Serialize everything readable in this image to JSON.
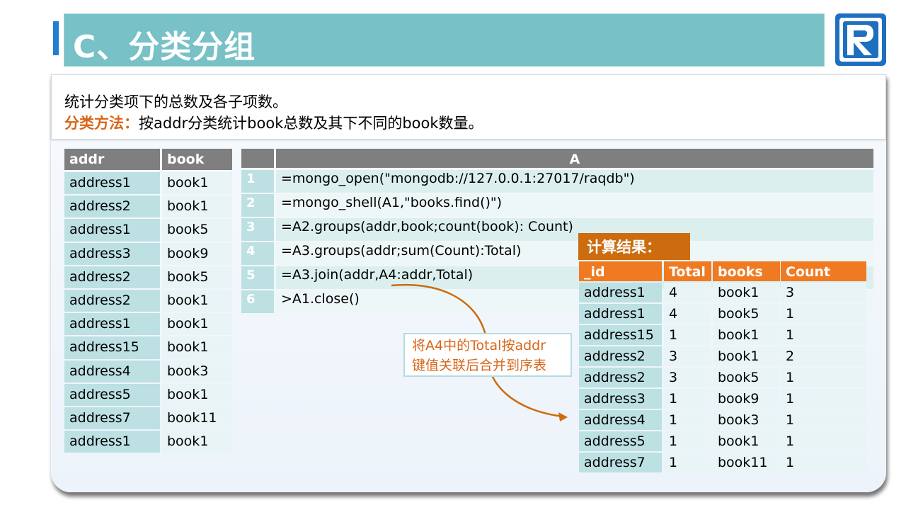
{
  "title": "C、分类分组",
  "description": {
    "line1": "统计分类项下的总数及各子项数。",
    "line2_lead": "分类方法：",
    "line2_rest": "按addr分类统计book总数及其下不同的book数量。"
  },
  "source_table": {
    "headers": [
      "addr",
      "book"
    ],
    "rows": [
      [
        "address1",
        "book1"
      ],
      [
        "address2",
        "book1"
      ],
      [
        "address1",
        "book5"
      ],
      [
        "address3",
        "book9"
      ],
      [
        "address2",
        "book5"
      ],
      [
        "address2",
        "book1"
      ],
      [
        "address1",
        "book1"
      ],
      [
        "address15",
        "book1"
      ],
      [
        "address4",
        "book3"
      ],
      [
        "address5",
        "book1"
      ],
      [
        "address7",
        "book11"
      ],
      [
        "address1",
        "book1"
      ]
    ]
  },
  "code_grid": {
    "column_header": "A",
    "rows": [
      {
        "num": "1",
        "code": "=mongo_open(\"mongodb://127.0.0.1:27017/raqdb\")"
      },
      {
        "num": "2",
        "code": "=mongo_shell(A1,\"books.find()\")"
      },
      {
        "num": "3",
        "code": "=A2.groups(addr,book;count(book):  Count)"
      },
      {
        "num": "4",
        "code": "=A3.groups(addr;sum(Count):Total)"
      },
      {
        "num": "5",
        "code": "=A3.join(addr,A4:addr,Total)"
      },
      {
        "num": "6",
        "code": ">A1.close()"
      }
    ]
  },
  "result": {
    "label": "计算结果：",
    "headers": [
      "_id",
      "Total",
      "books",
      "Count"
    ],
    "rows": [
      [
        "address1",
        "4",
        "book1",
        "3"
      ],
      [
        "address1",
        "4",
        "book5",
        "1"
      ],
      [
        "address15",
        "1",
        "book1",
        "1"
      ],
      [
        "address2",
        "3",
        "book1",
        "2"
      ],
      [
        "address2",
        "3",
        "book5",
        "1"
      ],
      [
        "address3",
        "1",
        "book9",
        "1"
      ],
      [
        "address4",
        "1",
        "book3",
        "1"
      ],
      [
        "address5",
        "1",
        "book1",
        "1"
      ],
      [
        "address7",
        "1",
        "book11",
        "1"
      ]
    ]
  },
  "annotation": {
    "line1": "将A4中的Total按addr",
    "line2": "键值关联后合并到序表"
  },
  "colors": {
    "title_bar": "#77c1c7",
    "accent_orange": "#d8661a",
    "result_header": "#f07a21",
    "grid_header": "#7f7f7f"
  },
  "icons": {
    "logo": "raqsoft-r-logo"
  }
}
